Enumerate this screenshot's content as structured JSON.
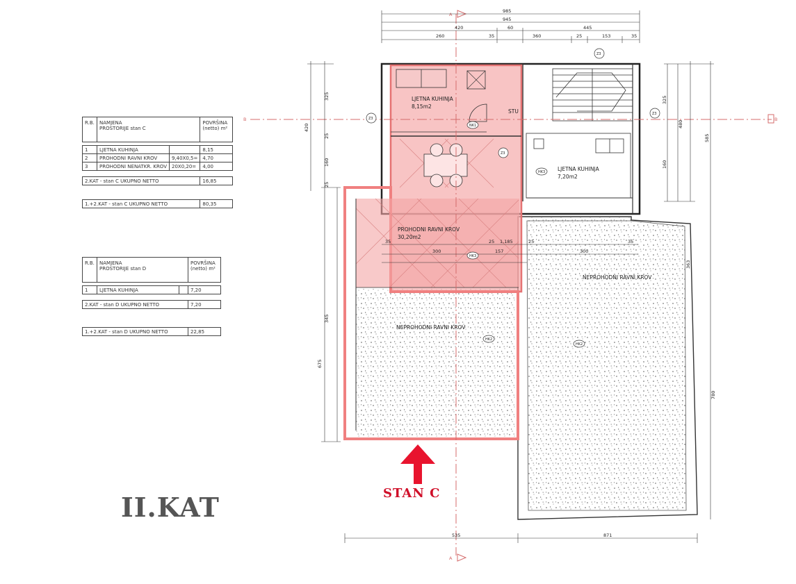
{
  "floor_title": "II.KAT",
  "stan_label": "STAN C",
  "table_c": {
    "col_rb": "R.B.",
    "col_namjena_1": "NAMJENA",
    "col_namjena_2": "PROSTORIJE   stan C",
    "col_povrsina_1": "POVRŠINA",
    "col_povrsina_2": "(netto) m²",
    "rows": [
      {
        "rb": "1",
        "name": "LJETNA KUHINJA",
        "note": "",
        "area": "8,15"
      },
      {
        "rb": "2",
        "name": "PROHODNI RAVNI KROV",
        "note": "9,40X0,5=",
        "area": "4,70"
      },
      {
        "rb": "3",
        "name": "PROHODNI NENATKR. KROV",
        "note": "20X0,20=",
        "area": "4,00"
      }
    ],
    "total_label": "2.KAT - stan C UKUPNO NETTO",
    "total_value": "16,85",
    "grand_label": "1.+2.KAT - stan C UKUPNO NETTO",
    "grand_value": "80,35"
  },
  "table_d": {
    "col_rb": "R.B.",
    "col_namjena_1": "NAMJENA",
    "col_namjena_2": "PROSTORIJE   stan D",
    "col_povrsina_1": "POVRŠINA",
    "col_povrsina_2": "(netto) m²",
    "rows": [
      {
        "rb": "1",
        "name": "LJETNA KUHINJA",
        "note": "",
        "area": "7,20"
      }
    ],
    "total_label": "2.KAT - stan D UKUPNO NETTO",
    "total_value": "7,20",
    "grand_label": "1.+2.KAT - stan D UKUPNO NETTO",
    "grand_value": "22,85"
  },
  "plan": {
    "room_kitchen_c_name": "LJETNA KUHINJA",
    "room_kitchen_c_area": "8,15m2",
    "room_kitchen_d_name": "LJETNA KUHINJA",
    "room_kitchen_d_area": "7,20m2",
    "room_stubiste": "STU",
    "room_terrace_name": "PROHODNI RAVNI KROV",
    "room_terrace_area": "30,20m2",
    "roof_left": "NEPROHODNI RAVNI KROV",
    "roof_right": "NEPROHODNI RAVNI KROV",
    "section_a": "A",
    "section_b": "B",
    "dims_top_1": "985",
    "dims_top_2": "945",
    "dims_top_3a": "420",
    "dims_top_3b": "60",
    "dims_top_3c": "445",
    "dims_top_4": [
      "260",
      "35",
      "360",
      "25",
      "153",
      "35"
    ],
    "dims_bottom_left": "535",
    "dims_bottom_right": "871",
    "dims_left": [
      "325",
      "420",
      "25",
      "160",
      "25",
      "345",
      "675"
    ],
    "dims_right": [
      "325",
      "480",
      "160",
      "585",
      "363",
      "780"
    ],
    "dims_mid": [
      "35",
      "300",
      "25",
      "1,185",
      "25",
      "300",
      "35",
      "157"
    ],
    "tags": [
      "Z3",
      "Z3",
      "Z3",
      "Z3",
      "HK3",
      "HK3",
      "HK2",
      "HK2",
      "NK1"
    ]
  }
}
